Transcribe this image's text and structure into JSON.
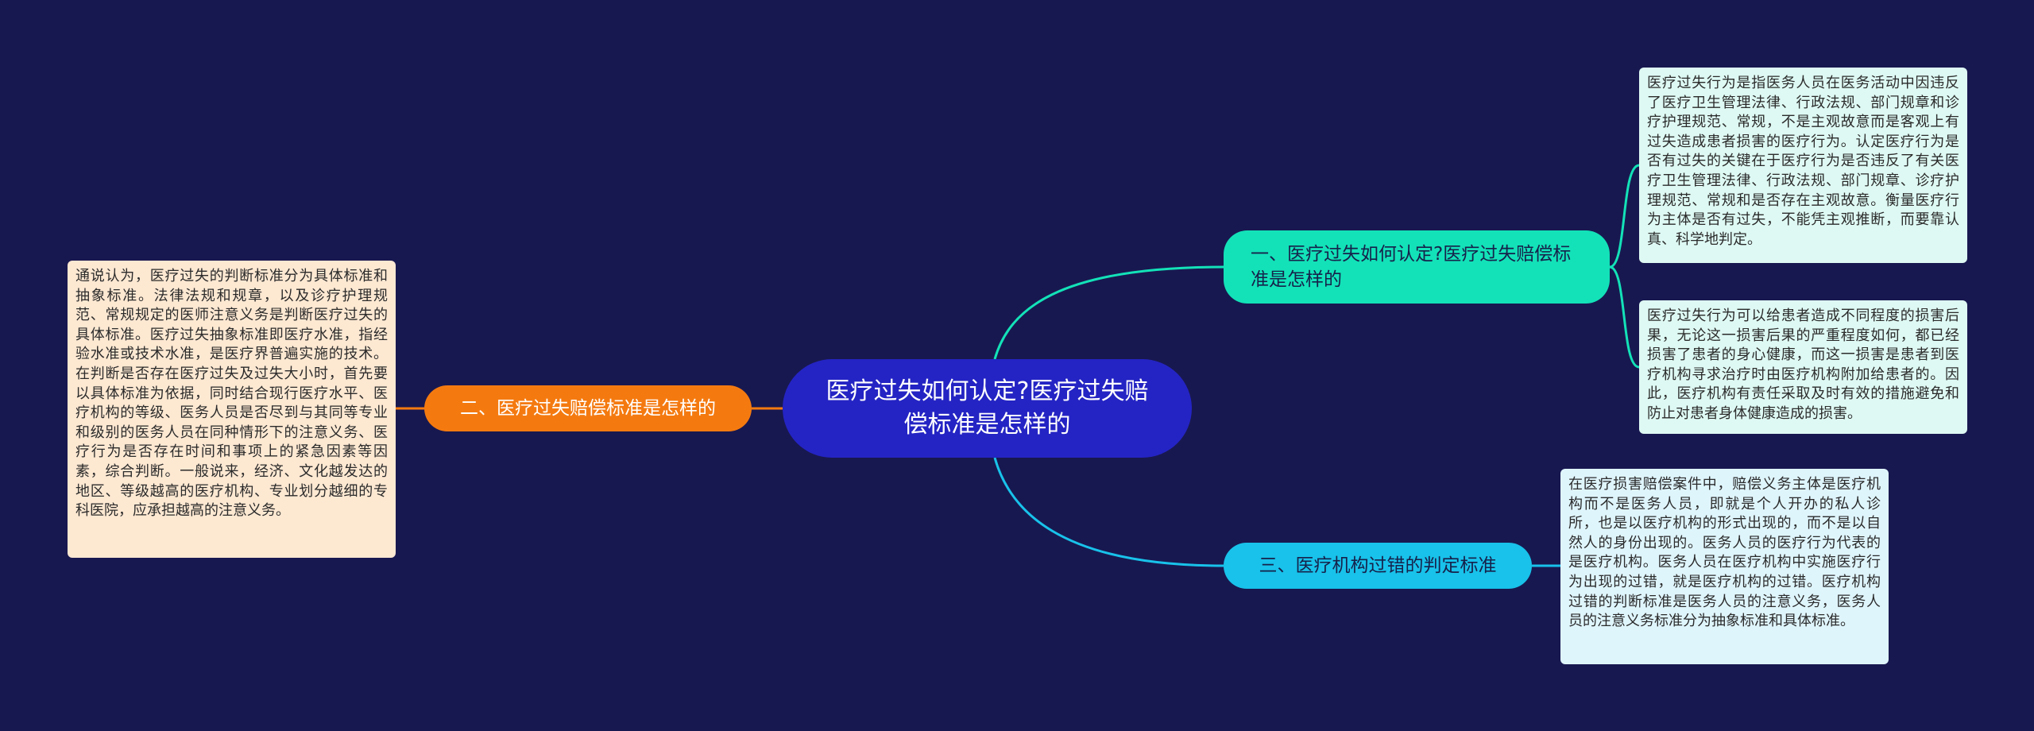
{
  "mindmap": {
    "root": "医疗过失如何认定?医疗过失赔偿标准是怎样的",
    "branches": [
      {
        "label": "一、医疗过失如何认定?医疗过失赔偿标准是怎样的",
        "color": "#13e2b8",
        "leaves": [
          "医疗过失行为是指医务人员在医务活动中因违反了医疗卫生管理法律、行政法规、部门规章和诊疗护理规范、常规，不是主观故意而是客观上有过失造成患者损害的医疗行为。认定医疗行为是否有过失的关键在于医疗行为是否违反了有关医疗卫生管理法律、行政法规、部门规章、诊疗护理规范、常规和是否存在主观故意。衡量医疗行为主体是否有过失，不能凭主观推断，而要靠认真、科学地判定。",
          "医疗过失行为可以给患者造成不同程度的损害后果，无论这一损害后果的严重程度如何，都已经损害了患者的身心健康，而这一损害是患者到医疗机构寻求治疗时由医疗机构附加给患者的。因此，医疗机构有责任采取及时有效的措施避免和防止对患者身体健康造成的损害。"
        ]
      },
      {
        "label": "二、医疗过失赔偿标准是怎样的",
        "color": "#f47a10",
        "leaves": [
          "通说认为，医疗过失的判断标准分为具体标准和抽象标准。法律法规和规章，以及诊疗护理规范、常规规定的医师注意义务是判断医疗过失的具体标准。医疗过失抽象标准即医疗水准，指经验水准或技术水准，是医疗界普遍实施的技术。在判断是否存在医疗过失及过失大小时，首先要以具体标准为依据，同时结合现行医疗水平、医疗机构的等级、医务人员是否尽到与其同等专业和级别的医务人员在同种情形下的注意义务、医疗行为是否存在时间和事项上的紧急因素等因素，综合判断。一般说来，经济、文化越发达的地区、等级越高的医疗机构、专业划分越细的专科医院，应承担越高的注意义务。"
        ]
      },
      {
        "label": "三、医疗机构过错的判定标准",
        "color": "#18c2ea",
        "leaves": [
          "在医疗损害赔偿案件中，赔偿义务主体是医疗机构而不是医务人员，即就是个人开办的私人诊所，也是以医疗机构的形式出现的，而不是以自然人的身份出现的。医务人员的医疗行为代表的是医疗机构。医务人员在医疗机构中实施医疗行为出现的过错，就是医疗机构的过错。医疗机构过错的判断标准是医务人员的注意义务，医务人员的注意义务标准分为抽象标准和具体标准。"
        ]
      }
    ]
  }
}
